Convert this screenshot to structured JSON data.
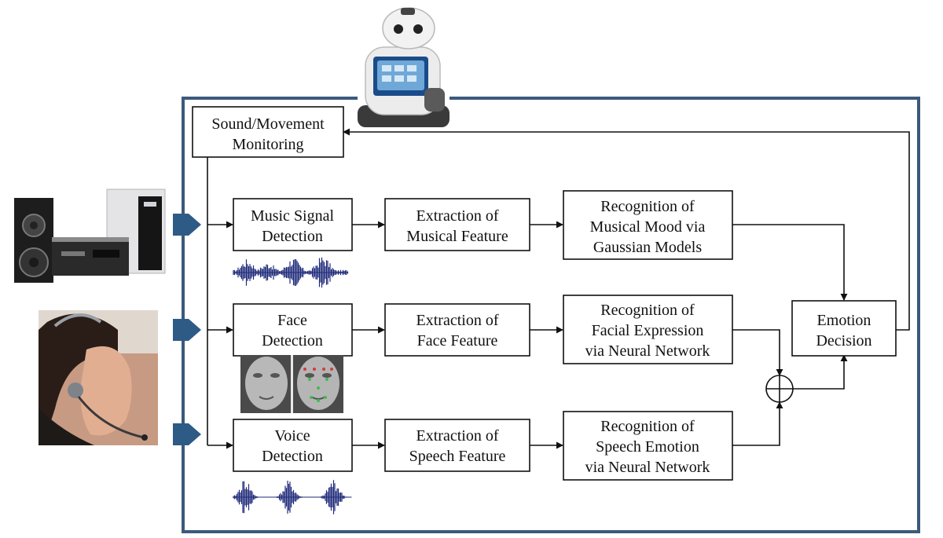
{
  "colors": {
    "frame": "#3b5a7c",
    "input_arrow": "#2e5a86",
    "waveform": "#1f2a7a"
  },
  "blocks": {
    "sound_movement": [
      "Sound/Movement",
      "Monitoring"
    ],
    "music_detection": [
      "Music Signal",
      "Detection"
    ],
    "face_detection": [
      "Face",
      "Detection"
    ],
    "voice_detection": [
      "Voice",
      "Detection"
    ],
    "musical_feature": [
      "Extraction of",
      "Musical Feature"
    ],
    "face_feature": [
      "Extraction of",
      "Face Feature"
    ],
    "speech_feature": [
      "Extraction of",
      "Speech Feature"
    ],
    "musical_mood": [
      "Recognition of",
      "Musical Mood via",
      "Gaussian Models"
    ],
    "facial_expression": [
      "Recognition of",
      "Facial Expression",
      "via Neural Network"
    ],
    "speech_emotion": [
      "Recognition of",
      "Speech Emotion",
      "via Neural Network"
    ],
    "emotion_decision": [
      "Emotion",
      "Decision"
    ]
  },
  "pictures": {
    "robot": "robot-icon",
    "speakers": "speakers-icon",
    "person": "person-with-headset-icon",
    "faces": "face-landmarks-icon",
    "music_wave": "waveform-icon",
    "speech_wave": "waveform-icon"
  }
}
